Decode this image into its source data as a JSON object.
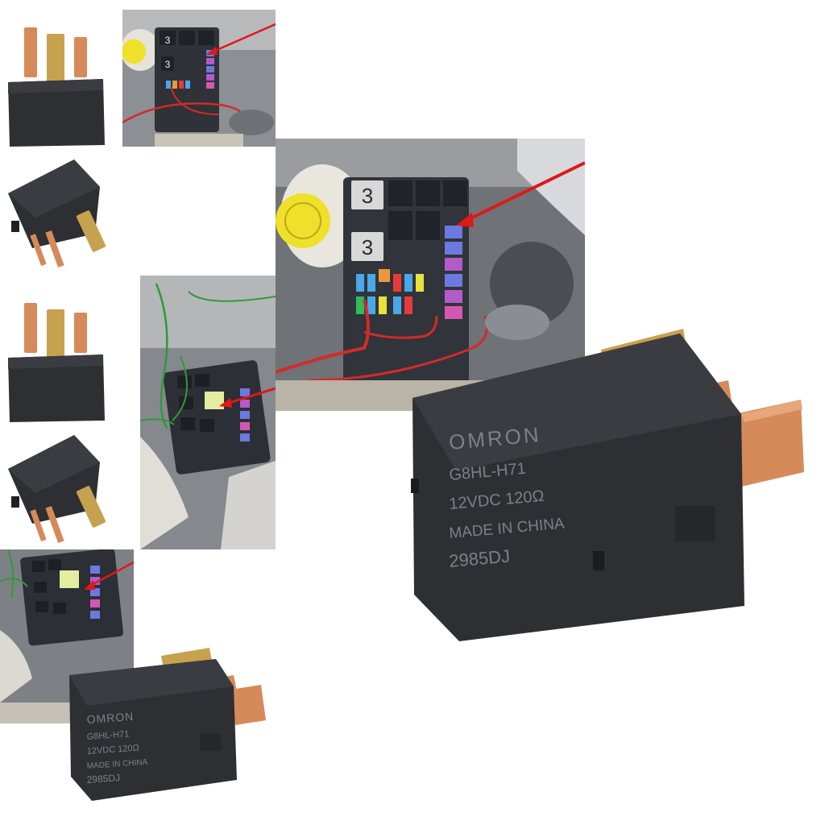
{
  "relay_label": {
    "brand": "OMRON",
    "model": "G8HL-H71",
    "rating": "12VDC  120Ω",
    "origin": "MADE IN CHINA",
    "code": "2985DJ"
  },
  "fuse_box_marks": [
    "3",
    "3"
  ],
  "colors": {
    "relay_body": "#2e2f33",
    "relay_top": "#3b3c41",
    "terminal_copper": "#d68a5a",
    "terminal_brass": "#c7a24e",
    "arrow_red": "#e01818",
    "wire_red": "#d42a2a",
    "wire_green": "#2e9a3a",
    "coolant_cap_yellow": "#efe02a"
  },
  "icons": [
    "red-arrow-icon",
    "relay-icon",
    "fuse-box-icon"
  ]
}
